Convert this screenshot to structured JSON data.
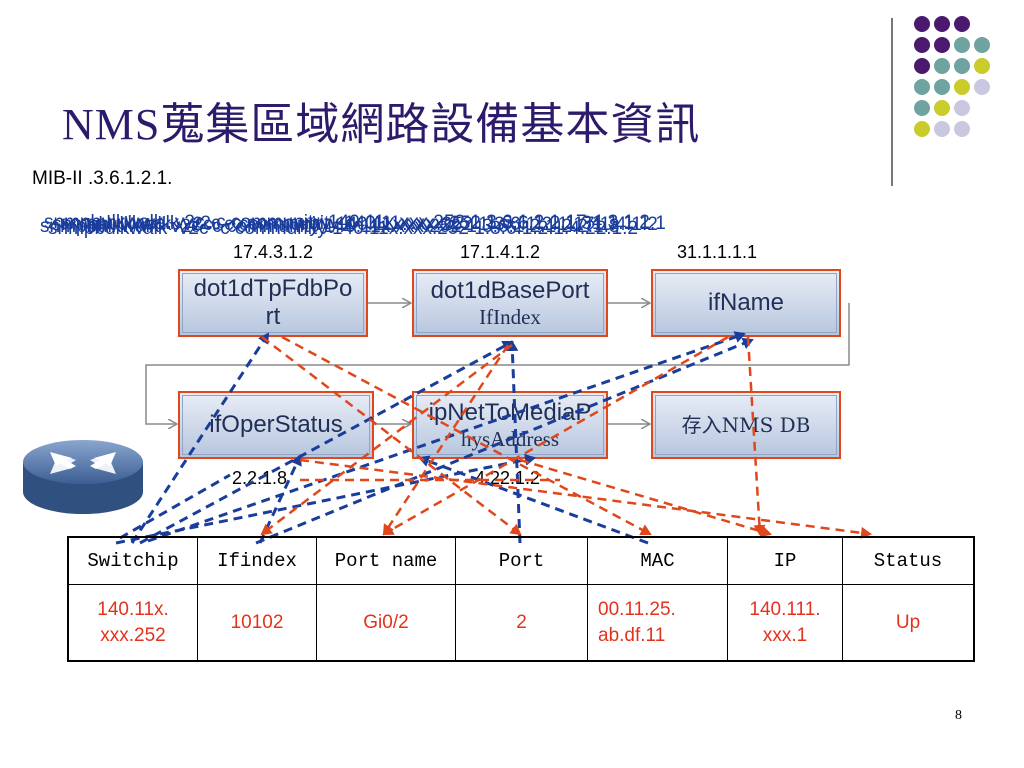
{
  "title": "NMS蒐集區域網路設備基本資訊",
  "mib_prefix": "MIB-II  .3.6.1.2.1.",
  "commands": [
    "snmpbulkwalk -v2c -c community 140.11x.xxx.252 1.3.6.1.2.1.17.4.3.1.2",
    "snmpbulkwalk -v2c -c community 140.11x.xxx.252 1.3.6.1.2.1.17.1.4.1.2",
    "snmpbulkwalk -v2c -c community 140.11x.xxx.252 1.3.6.1.2.1.31.1.1.1.1",
    "snmpbulkwalk -v2c -c community 140.11x.xxx.252 1.3.6.1.2.1.2.2.1.8",
    "snmpbulkwalk -v2c -c community 140.11x.xxx.252 1.3.6.1.2.1.4.22.1.2"
  ],
  "oids": {
    "fdb": "17.4.3.1.2",
    "baseport": "17.1.4.1.2",
    "ifname": "31.1.1.1.1",
    "operstatus": "2.2.1.8",
    "nettomedia": "4.22.1.2"
  },
  "boxes": {
    "fdb": {
      "line1": "dot1dTpFdbPo",
      "line2": "rt"
    },
    "baseport": {
      "line1": "dot1dBasePort",
      "line2": "IfIndex"
    },
    "ifname": {
      "line1": "ifName"
    },
    "operstatus": {
      "line1": "ifOperStatus"
    },
    "nettomedia": {
      "line1": "ipNetToMediaP",
      "line2": "hysAddress"
    },
    "db": {
      "line1": "存入NMS  DB"
    }
  },
  "table": {
    "headers": [
      "Switchip",
      "Ifindex",
      "Port name",
      "Port",
      "MAC",
      "IP",
      "Status"
    ],
    "row": [
      "140.11x.\nxxx.252",
      "10102",
      "Gi0/2",
      "2",
      "00.11.25.\nab.df.11",
      "140.111.\nxxx.1",
      "Up"
    ]
  },
  "page_number": "8",
  "colors": {
    "title": "#2e1a6b",
    "command_text": "#1a3d9c",
    "box_border": "#e0471a",
    "blue_arrow": "#1a3d9c",
    "red_arrow": "#e0471a",
    "cell_text": "#e5321c",
    "dot_purple": "#4b1a6e",
    "dot_teal": "#6fa3a0",
    "dot_yellow": "#c9cc2a",
    "dot_lavender": "#c9c8e0"
  },
  "icons": {
    "router": "router-icon"
  }
}
